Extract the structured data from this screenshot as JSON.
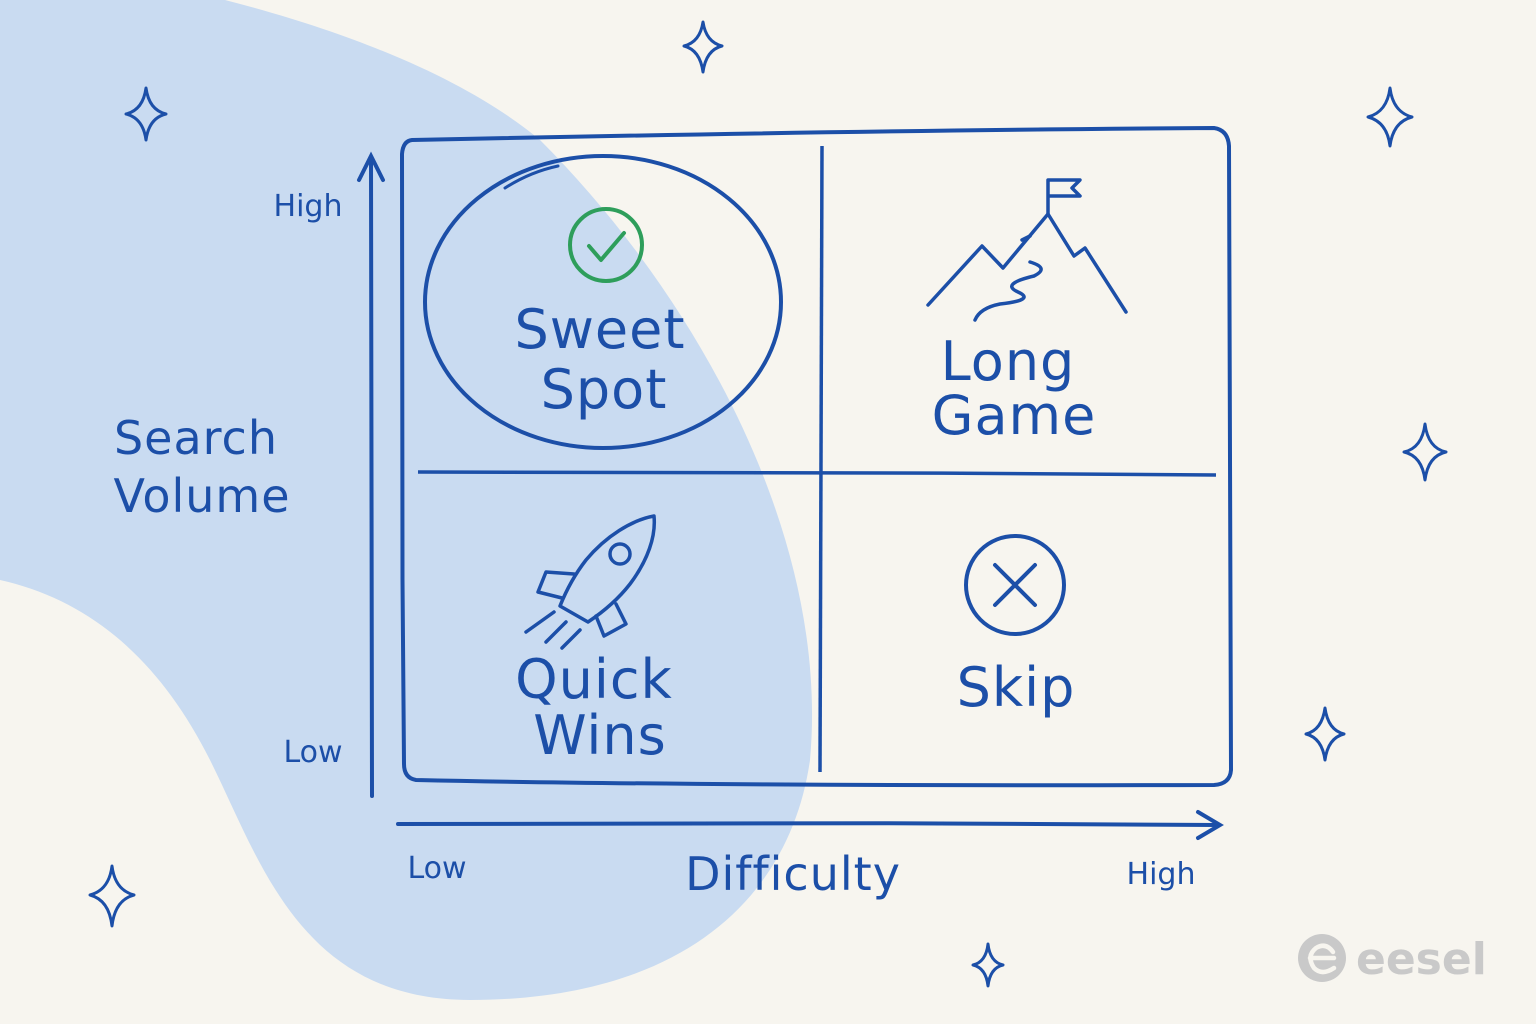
{
  "quadrants": {
    "top_left": {
      "line1": "Sweet",
      "line2": "Spot",
      "icon": "check-circle-icon"
    },
    "top_right": {
      "line1": "Long",
      "line2": "Game",
      "icon": "mountain-flag-icon"
    },
    "bottom_left": {
      "line1": "Quick",
      "line2": "Wins",
      "icon": "rocket-icon"
    },
    "bottom_right": {
      "line1": "Skip",
      "icon": "x-circle-icon"
    }
  },
  "y_axis": {
    "title_line1": "Search",
    "title_line2": "Volume",
    "high": "High",
    "low": "Low"
  },
  "x_axis": {
    "title": "Difficulty",
    "low": "Low",
    "high": "High"
  },
  "brand": {
    "name": "eesel",
    "icon": "eesel-logo-icon"
  },
  "colors": {
    "ink": "#1c4fa8",
    "blob": "#c9dbf1",
    "check": "#2e9e5b",
    "background": "#f7f5ef",
    "logo": "#c9c9c9"
  }
}
